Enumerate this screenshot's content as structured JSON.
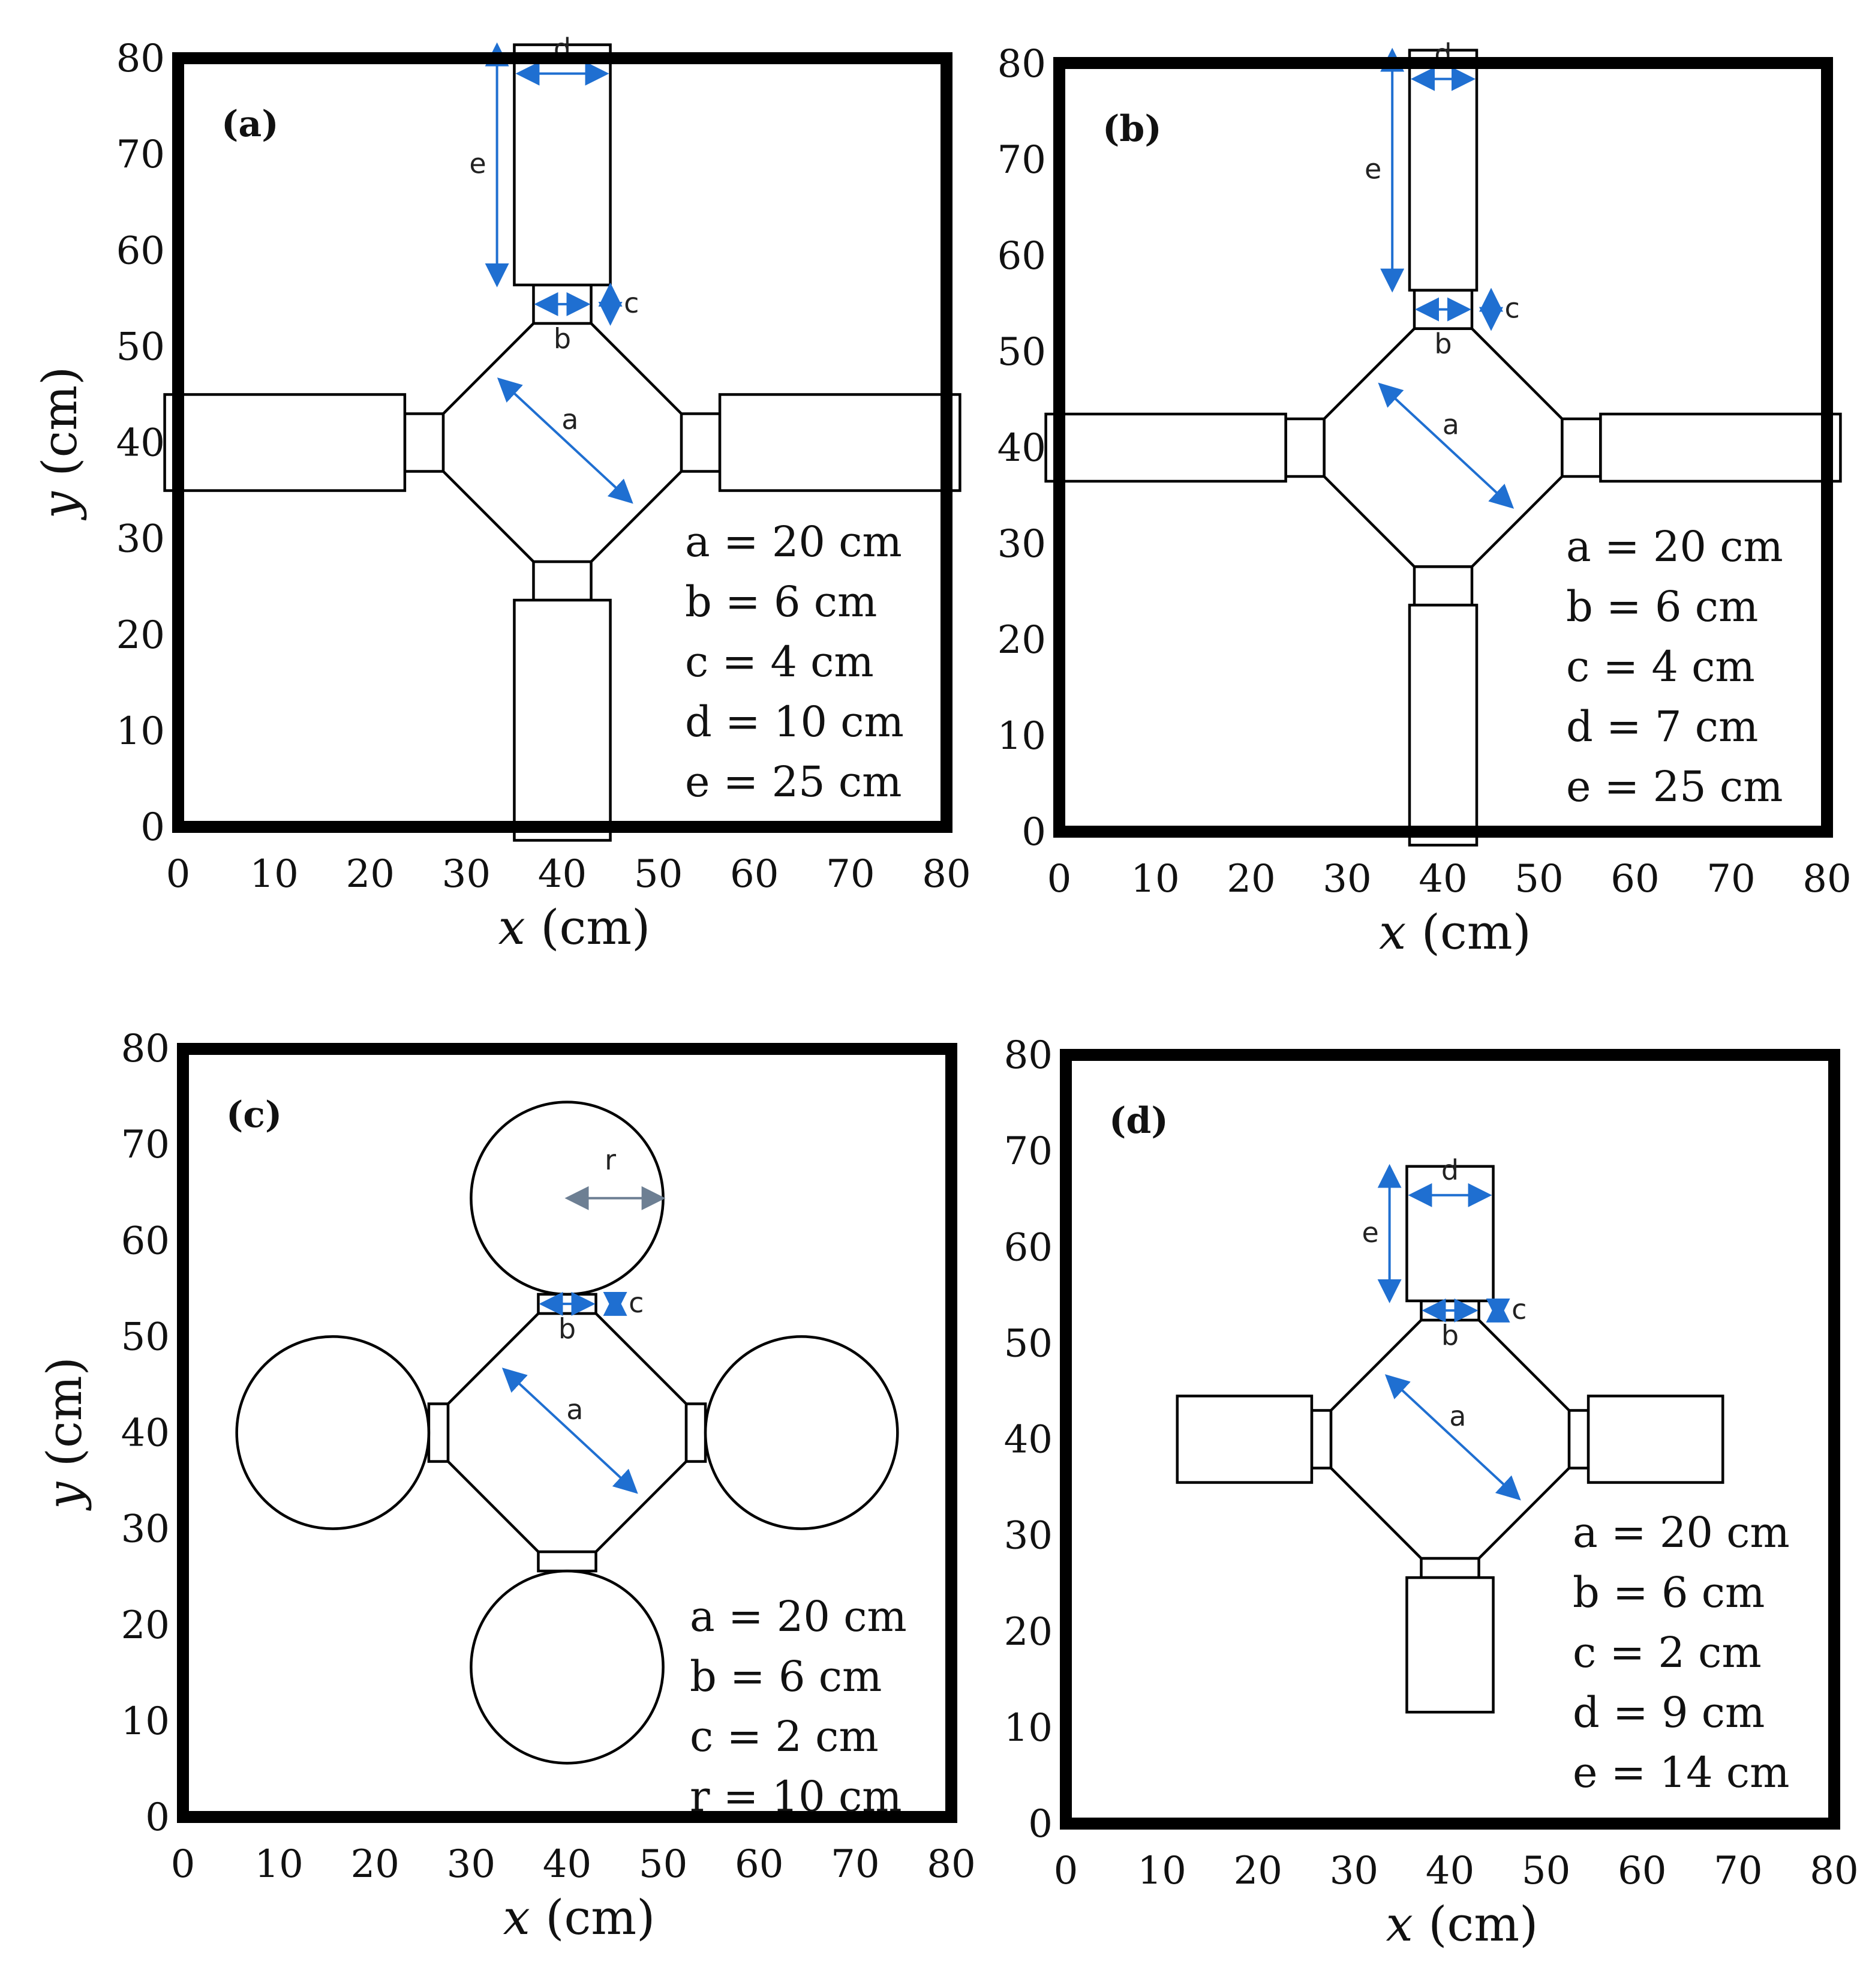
{
  "axis_ticks": [
    "0",
    "10",
    "20",
    "30",
    "40",
    "50",
    "60",
    "70",
    "80"
  ],
  "xlabel": {
    "var": "x",
    "unit": " (cm)"
  },
  "ylabel": {
    "var": "y",
    "unit": " (cm)"
  },
  "panels": [
    {
      "id": "a",
      "label": "(a)",
      "design": "rectangular arms",
      "dimension_labels": [
        "a",
        "b",
        "c",
        "d",
        "e"
      ],
      "params": [
        "a = 20 cm",
        "b = 6 cm",
        "c = 4 cm",
        "d = 10 cm",
        "e = 25 cm"
      ]
    },
    {
      "id": "b",
      "label": "(b)",
      "design": "rectangular arms",
      "dimension_labels": [
        "a",
        "b",
        "c",
        "d",
        "e"
      ],
      "params": [
        "a = 20 cm",
        "b = 6 cm",
        "c = 4 cm",
        "d = 7 cm",
        "e = 25 cm"
      ]
    },
    {
      "id": "c",
      "label": "(c)",
      "design": "circular chambers",
      "dimension_labels": [
        "a",
        "b",
        "c",
        "r"
      ],
      "params": [
        "a = 20 cm",
        "b = 6 cm",
        "c = 2 cm",
        "r = 10 cm"
      ]
    },
    {
      "id": "d",
      "label": "(d)",
      "design": "short rectangular arms",
      "dimension_labels": [
        "a",
        "b",
        "c",
        "d",
        "e"
      ],
      "params": [
        "a = 20 cm",
        "b = 6 cm",
        "c = 2 cm",
        "d = 9 cm",
        "e = 14 cm"
      ]
    }
  ],
  "colors": {
    "frame": "#000000",
    "dimension_arrow": "#1f6fd1",
    "radius_arrow": "#6d7f93"
  }
}
